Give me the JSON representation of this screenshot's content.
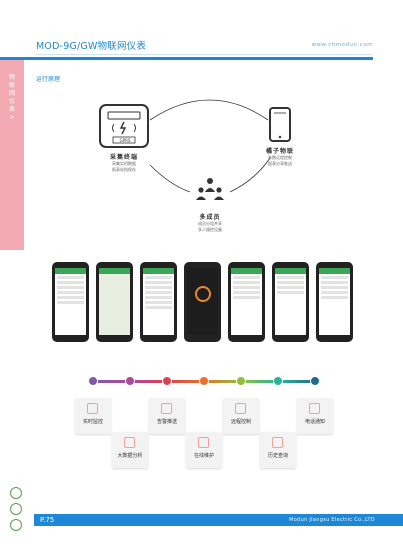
{
  "header": {
    "title": "MOD-9G/GW物联网仪表",
    "url": "www.chmodun.com"
  },
  "sidebar": {
    "label": "物联网仪表 >"
  },
  "section": {
    "title": "运行原理"
  },
  "diagram": {
    "terminal": {
      "badge": "GPRS",
      "label": "采集终端",
      "desc1": "采集实时数据",
      "desc2": "报表存档保存"
    },
    "phone": {
      "label": "橘子物联",
      "desc1": "参数远程控制",
      "desc2": "报表分享推送"
    },
    "operator": {
      "label": "多成员",
      "desc1": "成员分组共享",
      "desc2": "多人操控设备"
    }
  },
  "features": [
    {
      "label": "实时监控",
      "icon": "location-pin-icon"
    },
    {
      "label": "大数据分析",
      "icon": "monitor-icon"
    },
    {
      "label": "告警推送",
      "icon": "mail-icon"
    },
    {
      "label": "在线维护",
      "icon": "globe-icon"
    },
    {
      "label": "远程控制",
      "icon": "screen-icon"
    },
    {
      "label": "历史查询",
      "icon": "magnifier-icon"
    },
    {
      "label": "电话通知",
      "icon": "phone-icon"
    }
  ],
  "timeline_colors": [
    "#7b5ea7",
    "#b0469e",
    "#d8424f",
    "#e8702a",
    "#8fbf3a",
    "#2bb39a",
    "#1f6b8f"
  ],
  "footer": {
    "page": "P.75",
    "company": "Modun Jiangsu Electric Co.,LTD"
  }
}
